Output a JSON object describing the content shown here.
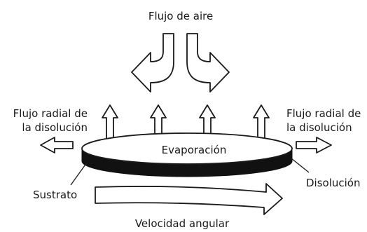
{
  "labels": {
    "air_flow": "Flujo de aire",
    "radial_left_line1": "Flujo radial de",
    "radial_left_line2": "la disolución",
    "radial_right_line1": "Flujo radial de",
    "radial_right_line2": "la disolución",
    "evaporation": "Evaporación",
    "substrate": "Sustrato",
    "solution": "Disolución",
    "angular_velocity": "Velocidad angular"
  },
  "colors": {
    "stroke": "#1a1a1a",
    "substrate": "#111111",
    "background": "#ffffff"
  }
}
